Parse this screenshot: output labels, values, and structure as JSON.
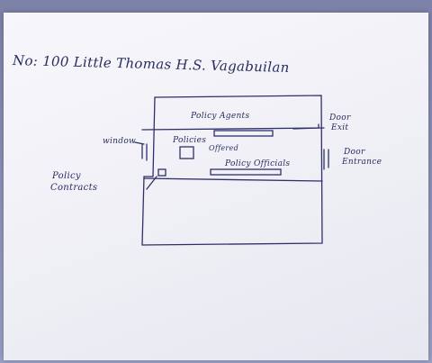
{
  "page": {
    "heading": "No: 100 Little Thomas H.S. Vagabuilan",
    "labels": {
      "policy_agents": "Policy Agents",
      "door_exit_top": "Door",
      "door_exit_bottom": "Exit",
      "window": "window",
      "policies_offered_top": "Policies",
      "policies_offered_bottom": "Offered",
      "door_entrance_top": "Door",
      "door_entrance_bottom": "Entrance",
      "policy_officials": "Policy Officials",
      "policy_contracts_top": "Policy",
      "policy_contracts_bottom": "Contracts"
    },
    "ink_color": "#2a2c62"
  }
}
